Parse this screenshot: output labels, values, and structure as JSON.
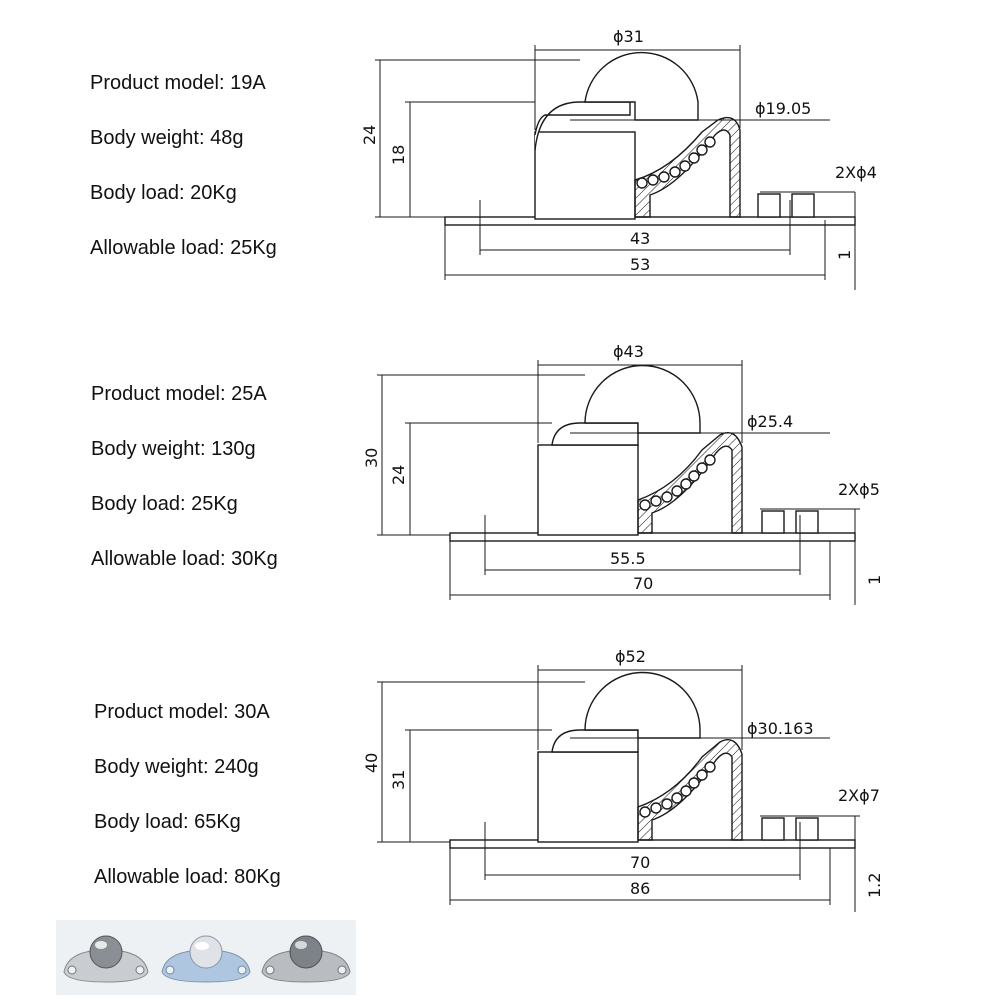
{
  "products": [
    {
      "specs": {
        "model": "Product model: 19A",
        "weight": "Body weight: 48g",
        "load": "Body load: 20Kg",
        "allowable": "Allowable load: 25Kg"
      },
      "dims": {
        "outer_dia": "ϕ31",
        "ball_dia": "ϕ19.05",
        "holes": "2Xϕ4",
        "total_height": "24",
        "body_height": "18",
        "hole_spacing": "43",
        "flange_length": "53",
        "thickness": "1"
      }
    },
    {
      "specs": {
        "model": "Product model: 25A",
        "weight": "Body weight: 130g",
        "load": "Body load: 25Kg",
        "allowable": "Allowable load: 30Kg"
      },
      "dims": {
        "outer_dia": "ϕ43",
        "ball_dia": "ϕ25.4",
        "holes": "2Xϕ5",
        "total_height": "30",
        "body_height": "24",
        "hole_spacing": "55.5",
        "flange_length": "70",
        "thickness": "1"
      }
    },
    {
      "specs": {
        "model": "Product model: 30A",
        "weight": "Body weight: 240g",
        "load": "Body load: 65Kg",
        "allowable": "Allowable load: 80Kg"
      },
      "dims": {
        "outer_dia": "ϕ52",
        "ball_dia": "ϕ30.163",
        "holes": "2Xϕ7",
        "total_height": "40",
        "body_height": "31",
        "hole_spacing": "70",
        "flange_length": "86",
        "thickness": "1.2"
      }
    }
  ],
  "photos": {
    "items": [
      {
        "icon": "ball-transfer-unit-stainless-icon",
        "ball_color": "#8a8f96",
        "body_color": "#c9ccd0"
      },
      {
        "icon": "ball-transfer-unit-zinc-icon",
        "ball_color": "#dfe3e8",
        "body_color": "#aec6df"
      },
      {
        "icon": "ball-transfer-unit-steel-icon",
        "ball_color": "#7d8288",
        "body_color": "#b9bcc0"
      }
    ]
  }
}
